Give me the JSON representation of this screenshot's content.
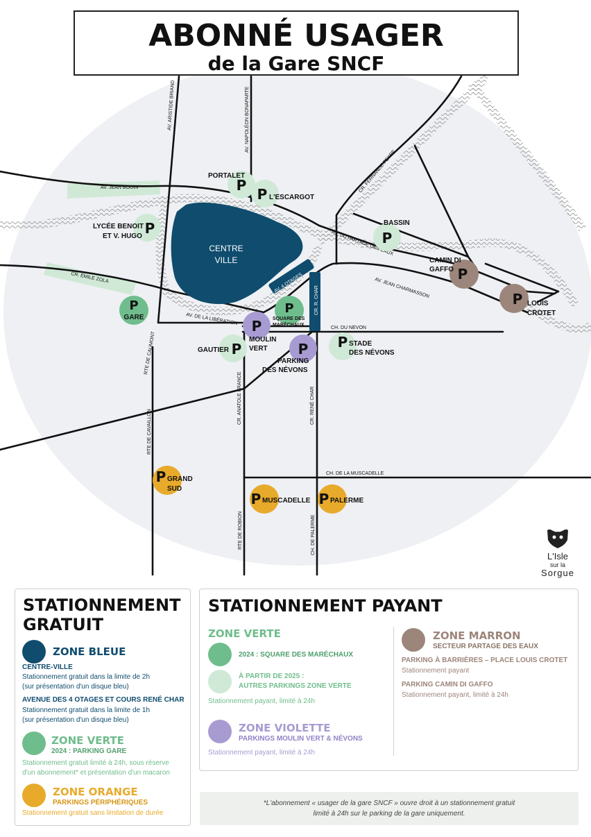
{
  "title": {
    "main": "ABONNÉ USAGER",
    "sub": "de la Gare SNCF"
  },
  "map": {
    "center_label_1": "CENTRE",
    "center_label_2": "VILLE",
    "streets": [
      "AV. ARISTIDE BRIAND",
      "AV. NAPOLÉON BONAPARTE",
      "AV. JEAN BOUIN",
      "CR. FERNANDE PEYRE",
      "AV. DU PARTAGE DES EAUX",
      "AV. JEAN CHARMASSON",
      "CR. EMILE ZOLA",
      "AV. DE LA LIBÉRATION",
      "AV. 4 OTAGES",
      "CR. R. CHAR",
      "CH. DU NEVON",
      "RTE DE CAUMONT",
      "CR. ANATOLE FRANCE",
      "CR. RENÉ CHAR",
      "RTE DE CAVAILLON",
      "CH. DE LA MUSCADELLE",
      "RTE DE ROBION",
      "CH. DE PALERME"
    ],
    "parkings": [
      {
        "letter": "P",
        "label": "PORTALET"
      },
      {
        "letter": "P",
        "label": "L'ESCARGOT"
      },
      {
        "letter": "P",
        "label": "LYCÉE BENOIT"
      },
      {
        "letter": "P",
        "label": "ET V. HUGO"
      },
      {
        "letter": "P",
        "label": "BASSIN"
      },
      {
        "letter": "P",
        "label": "CAMIN DI"
      },
      {
        "letter": "P",
        "label": "GAFFO"
      },
      {
        "letter": "P",
        "label": "LOUIS"
      },
      {
        "letter": "P",
        "label": "CROTET"
      },
      {
        "letter": "P",
        "label": "GARE"
      },
      {
        "letter": "P",
        "label": "SQUARE DES"
      },
      {
        "letter": "P",
        "label": "MARÉCHAUX"
      },
      {
        "letter": "P",
        "label": "MOULIN"
      },
      {
        "letter": "P",
        "label": "VERT"
      },
      {
        "letter": "P",
        "label": "GAUTIER"
      },
      {
        "letter": "P",
        "label": "PARKING"
      },
      {
        "letter": "P",
        "label": "DES NÉVONS"
      },
      {
        "letter": "P",
        "label": "STADE"
      },
      {
        "letter": "P",
        "label": "DES NÉVONS"
      },
      {
        "letter": "P",
        "label": "GRAND"
      },
      {
        "letter": "P",
        "label": "SUD"
      },
      {
        "letter": "P",
        "label": "MUSCADELLE"
      },
      {
        "letter": "P",
        "label": "PALERME"
      }
    ]
  },
  "logo": {
    "line1": "L'Isle",
    "line2": "sur la",
    "line3": "Sorgue"
  },
  "legend_free": {
    "heading_1": "STATIONNEMENT",
    "heading_2": "GRATUIT",
    "blue": {
      "title": "ZONE BLEUE",
      "group1_title": "CENTRE-VILLE",
      "group1_line1": "Stationnement gratuit dans la limite de 2h",
      "group1_line2": "(sur présentation d'un disque bleu)",
      "group2_title": "AVENUE DES 4 OTAGES ET COURS RENÉ CHAR",
      "group2_line1": "Stationnement gratuit dans la limite de 1h",
      "group2_line2": "(sur présentation d'un disque bleu)"
    },
    "green": {
      "title": "ZONE VERTE",
      "sub": "2024 : PARKING GARE",
      "line1": "Stationnement gratuit limité à 24h, sous réserve",
      "line2": "d'un abonnement* et présentation d'un macaron"
    },
    "orange": {
      "title": "ZONE ORANGE",
      "sub": "PARKINGS PÉRIPHÉRIQUES",
      "line1": "Stationnement gratuit sans limitation de durée"
    }
  },
  "legend_paid": {
    "heading": "STATIONNEMENT PAYANT",
    "green": {
      "title": "ZONE VERTE",
      "item1": "2024 : SQUARE DES MARÉCHAUX",
      "item2_line1": "À PARTIR DE 2025 :",
      "item2_line2": "AUTRES PARKINGS ZONE VERTE",
      "note": "Stationnement payant, limité à 24h"
    },
    "violet": {
      "title": "ZONE VIOLETTE",
      "sub": "PARKINGS MOULIN VERT & NÉVONS",
      "note": "Stationnement payant, limité à 24h"
    },
    "brown": {
      "title": "ZONE MARRON",
      "sub": "SECTEUR PARTAGE DES EAUX",
      "p1_title": "PARKING À BARRIÈRES – PLACE LOUIS CROTET",
      "p1_note": "Stationnement payant",
      "p2_title": "PARKING CAMIN DI GAFFO",
      "p2_note": "Stationnement payant, limité à 24h"
    }
  },
  "footnote": {
    "line1": "*L'abonnement « usager de la gare SNCF » ouvre droit à un stationnement gratuit",
    "line2": "limité à 24h sur le parking de la gare uniquement."
  },
  "colors": {
    "blue": "#0f4c6e",
    "green": "#6fbd8c",
    "light_green": "#cfe9d6",
    "violet": "#a89bd2",
    "orange": "#e8aa2a",
    "brown": "#9c857a",
    "background_circle": "#eef0f3"
  }
}
